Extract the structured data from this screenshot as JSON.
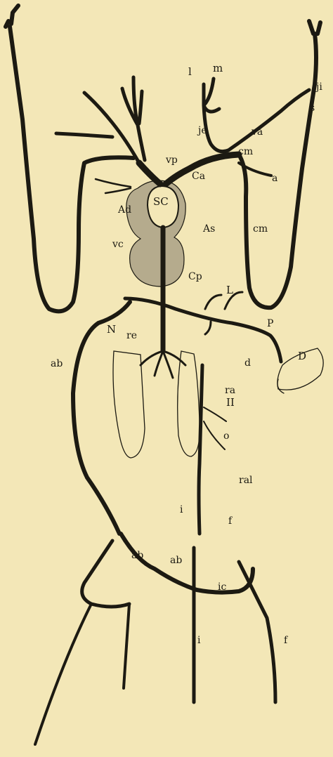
{
  "diagram": {
    "background": "#f3e7b7",
    "ink": "#1c1a12",
    "shade": "#b5ab8d",
    "labels": {
      "l": "l",
      "m": "m",
      "ji": "ji",
      "je": "je",
      "s": "s",
      "va": "va",
      "vp": "vp",
      "cm_upper": "cm",
      "Ca": "Ca",
      "a": "a",
      "SC": "SC",
      "Ad": "Ad",
      "As": "As",
      "cm_lower": "cm",
      "vc": "vc",
      "Cp": "Cp",
      "L": "L",
      "P": "P",
      "N": "N",
      "re": "re",
      "d": "d",
      "D": "D",
      "ab_left": "ab",
      "ra": "ra",
      "II": "II",
      "o": "o",
      "ral": "ral",
      "i_upper": "i",
      "f_upper": "f",
      "ab_lower_left": "ab",
      "ab_lower_mid": "ab",
      "ic": "ic",
      "i_lower": "i",
      "f_lower": "f"
    }
  }
}
